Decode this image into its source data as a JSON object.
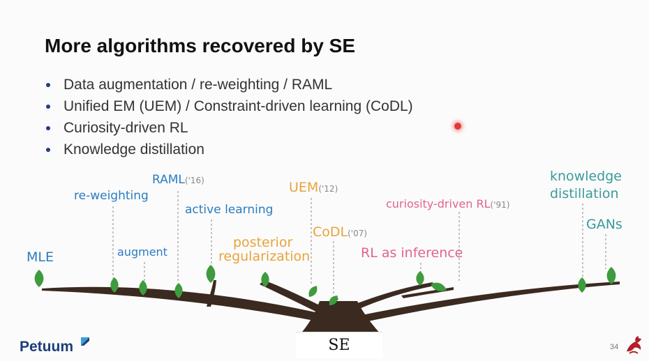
{
  "slide": {
    "title": "More algorithms recovered by SE",
    "bullets": [
      "Data augmentation / re-weighting / RAML",
      "Unified EM (UEM) / Constraint-driven learning (CoDL)",
      "Curiosity-driven RL",
      "Knowledge distillation"
    ],
    "tree": {
      "root_label": "SE",
      "labels": {
        "mle": "MLE",
        "reweighting": "re-weighting",
        "raml": "RAML",
        "raml_year": "('16)",
        "augment": "augment",
        "active_learning": "active learning",
        "posterior_reg_line1": "posterior",
        "posterior_reg_line2": "regularization",
        "uem": "UEM",
        "uem_year": "('12)",
        "codl": "CoDL",
        "codl_year": "('07)",
        "curiosity": "curiosity-driven RL",
        "curiosity_year": "('91)",
        "rl_inference": "RL as inference",
        "kd_line1": "knowledge",
        "kd_line2": "distillation",
        "gans": "GANs"
      },
      "colors": {
        "blue": "#2a7cc1",
        "orange": "#e8a33b",
        "pink": "#e0638f",
        "teal": "#3a9a9a",
        "branch": "#3b2a20",
        "leaf": "#3e9b3e"
      }
    },
    "footer": {
      "logo_text": "Petuum",
      "page_number": "34"
    }
  }
}
